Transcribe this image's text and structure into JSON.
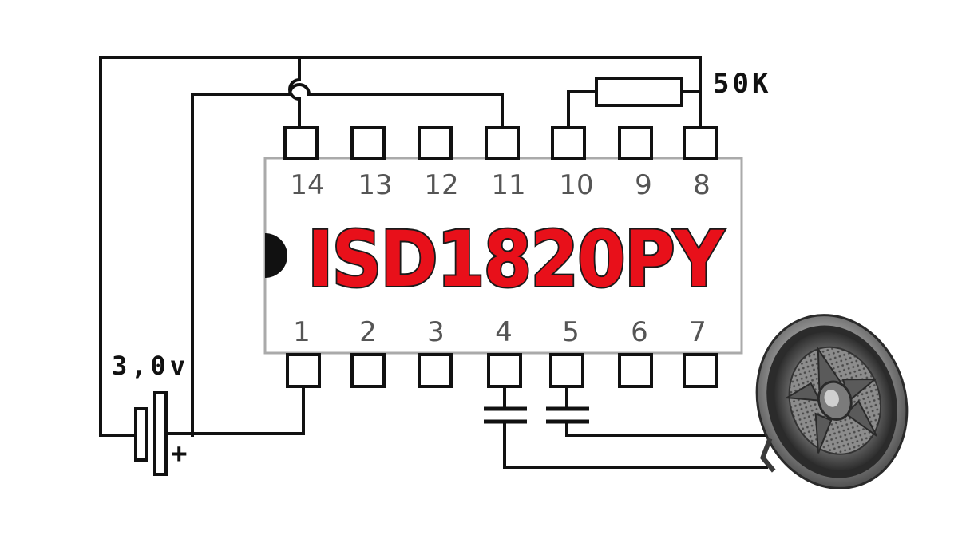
{
  "chip": {
    "name": "ISD1820PY",
    "top_pins": [
      "14",
      "13",
      "12",
      "11",
      "10",
      "9",
      "8"
    ],
    "bottom_pins": [
      "1",
      "2",
      "3",
      "4",
      "5",
      "6",
      "7"
    ]
  },
  "labels": {
    "resistor": "50K",
    "battery_voltage": "3,0v",
    "battery_plus": "+"
  },
  "colors": {
    "wire": "#111111",
    "chip_text": "#e8101a",
    "pin_numbers": "#555555"
  },
  "icons": {
    "speaker": "speaker-icon",
    "battery": "battery-icon",
    "resistor": "resistor-icon",
    "capacitor": "capacitor-icon"
  }
}
